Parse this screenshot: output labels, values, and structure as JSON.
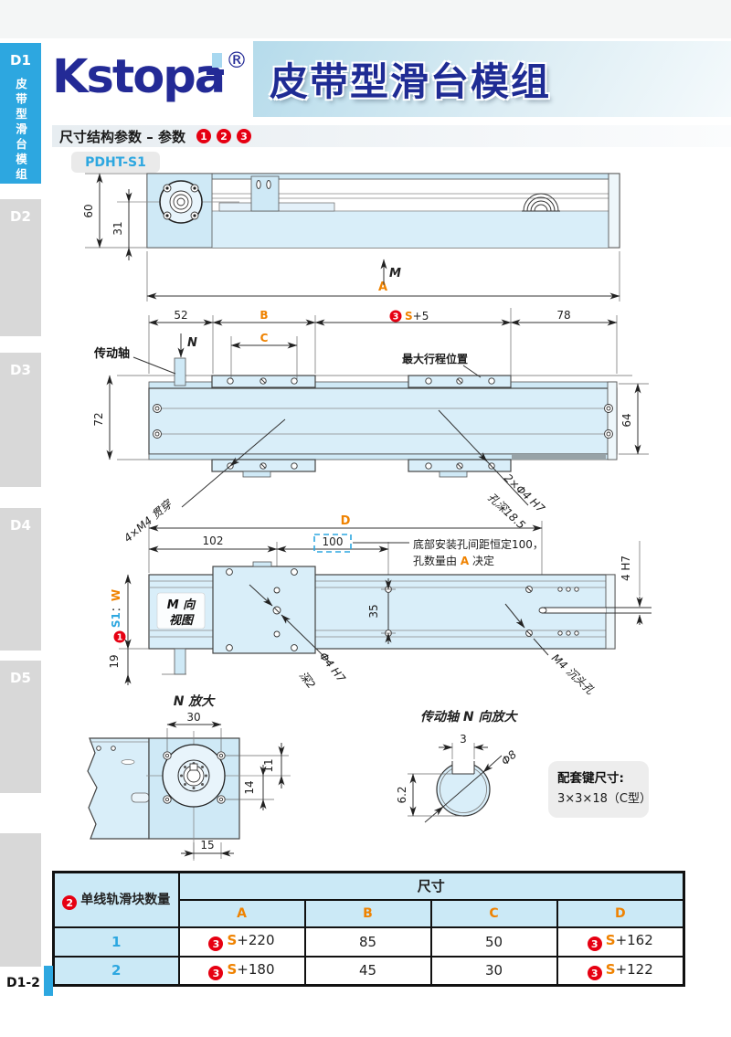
{
  "colors": {
    "accent_blue": "#2da7e0",
    "navy": "#232a96",
    "red_badge": "#e60012",
    "orange_param": "#ef8200",
    "drawing_fill": "#d9eef9",
    "table_header_bg": "#cbe9f6"
  },
  "sidebar": {
    "tabs": [
      {
        "label": "D1",
        "vertical": "皮带型滑台模组"
      },
      {
        "label": "D2",
        "vertical": ""
      },
      {
        "label": "D3",
        "vertical": ""
      },
      {
        "label": "D4",
        "vertical": ""
      },
      {
        "label": "D5",
        "vertical": ""
      },
      {
        "label": "",
        "vertical": ""
      }
    ]
  },
  "header": {
    "logo": "Kstopa",
    "reg": "®",
    "title": "皮带型滑台模组",
    "section": "尺寸结构参数 – 参数",
    "badges": [
      "1",
      "2",
      "3"
    ],
    "model": "PDHT-S1"
  },
  "d": {
    "side": {
      "h": "60",
      "off": "31",
      "a": "A",
      "m": "M"
    },
    "plan": {
      "d52": "52",
      "b": "B",
      "badge": "3",
      "s": "S",
      "s_rest": "+5",
      "d78": "78",
      "c": "C",
      "d72": "72",
      "d64": "64",
      "shaft": "传动轴",
      "n": "N",
      "maxstroke": "最大行程位置",
      "m4": "4×M4 贯穿",
      "phi1": "2×Φ4 H7",
      "phi2": "孔深18.5"
    },
    "bot": {
      "dd": "D",
      "d102": "102",
      "d100": "100",
      "note1": "底部安装孔间距恒定100，",
      "note2a": "孔数量由 ",
      "note2b": "A",
      "note2c": " 决定",
      "mview1": "M 向",
      "mview2": "视图",
      "wbadge": "1",
      "ws1": "S1",
      "wsep": "：",
      "ww": "W",
      "d19": "19",
      "d35": "35",
      "h7": "4 H7",
      "phi1": "Φ4 H7",
      "phi2": "深2",
      "m4": "M4 沉头孔"
    },
    "dn": {
      "title": "N 放大",
      "d30": "30",
      "d11": "11",
      "d14": "14",
      "d15": "15"
    },
    "ds": {
      "title": "传动轴 N 向放大",
      "d3": "3",
      "phi8": "Φ8",
      "d62": "6.2",
      "key1": "配套键尺寸:",
      "key2": "3×3×18（C型）"
    }
  },
  "table": {
    "stub_badge": "2",
    "stub_label": "单线轨滑块数量",
    "size_header": "尺寸",
    "columns": [
      "A",
      "B",
      "C",
      "D"
    ],
    "rows": [
      {
        "count": "1",
        "a_badge": "3",
        "a_s": "S",
        "a_rest": "+220",
        "b": "85",
        "c": "50",
        "d_badge": "3",
        "d_s": "S",
        "d_rest": "+162"
      },
      {
        "count": "2",
        "a_badge": "3",
        "a_s": "S",
        "a_rest": "+180",
        "b": "45",
        "c": "30",
        "d_badge": "3",
        "d_s": "S",
        "d_rest": "+122"
      }
    ]
  },
  "footer": {
    "code": "D1-2"
  }
}
